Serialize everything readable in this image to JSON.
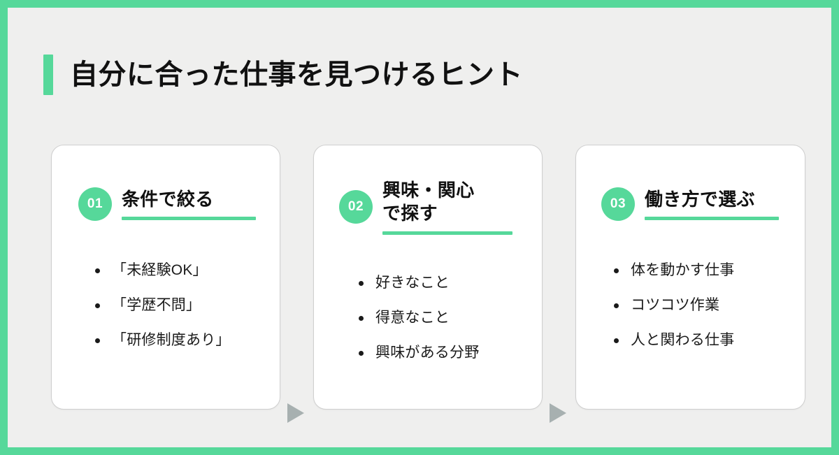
{
  "theme": {
    "frame_green": "#56d89a",
    "page_background": "#efefee",
    "card_background": "#ffffff",
    "text_color": "#111111",
    "arrow_color": "#a7b0b0"
  },
  "header": {
    "title": "自分に合った仕事を見つけるヒント"
  },
  "cards": [
    {
      "number": "01",
      "title": "条件で絞る",
      "bullets": [
        "「未経験OK」",
        "「学歴不問」",
        "「研修制度あり」"
      ]
    },
    {
      "number": "02",
      "title": "興味・関心\nで探す",
      "bullets": [
        "好きなこと",
        "得意なこと",
        "興味がある分野"
      ]
    },
    {
      "number": "03",
      "title": "働き方で選ぶ",
      "bullets": [
        "体を動かす仕事",
        "コツコツ作業",
        "人と関わる仕事"
      ]
    }
  ],
  "connectors": [
    {
      "name": "arrow-card1-to-card2"
    },
    {
      "name": "arrow-card2-to-card3"
    }
  ]
}
